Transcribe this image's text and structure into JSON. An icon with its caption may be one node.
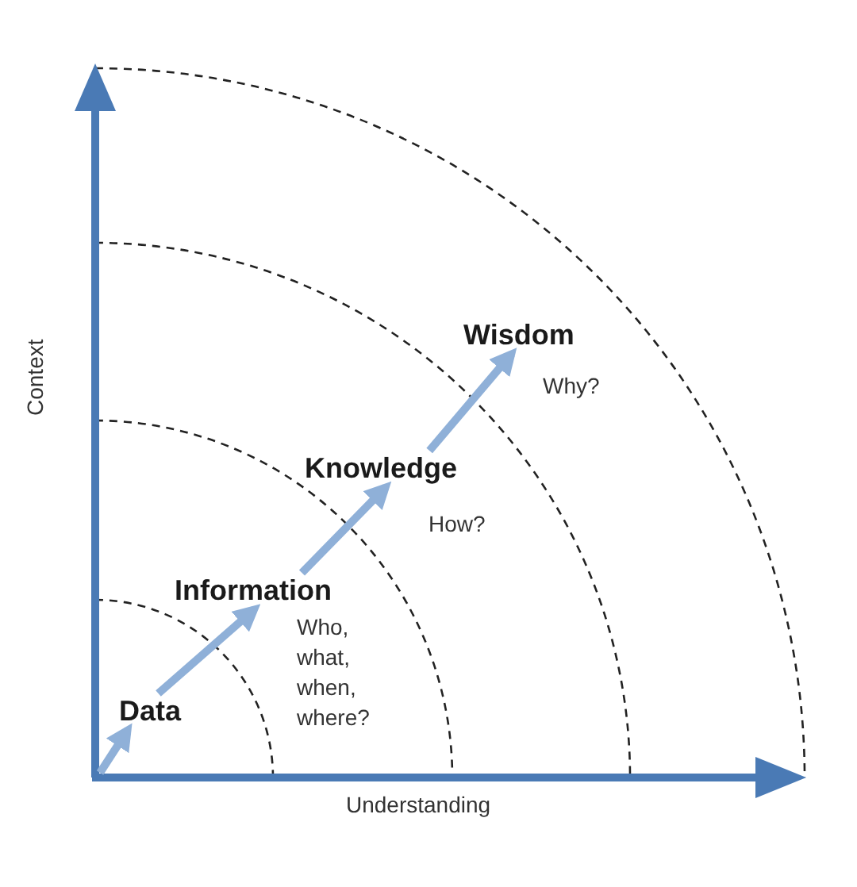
{
  "diagram": {
    "nodes": [
      {
        "text": [
          "Data"
        ]
      },
      {
        "text": [
          "Information"
        ],
        "beside": [
          "Who, what, when, where?"
        ]
      },
      {
        "text": [
          "Knowledge"
        ],
        "beside": [
          "How?"
        ]
      },
      {
        "text": [
          "Wisdom"
        ],
        "beside": [
          "Why?"
        ]
      }
    ],
    "edges": [
      {
        "from": null,
        "to": 0,
        "arrow": "to"
      },
      {
        "from": 0,
        "to": 1,
        "arrow": "to"
      },
      {
        "from": 1,
        "to": 2,
        "arrow": "to"
      },
      {
        "from": 2,
        "to": 3,
        "arrow": "to"
      }
    ],
    "labels": [
      "Context",
      "Understanding"
    ]
  }
}
